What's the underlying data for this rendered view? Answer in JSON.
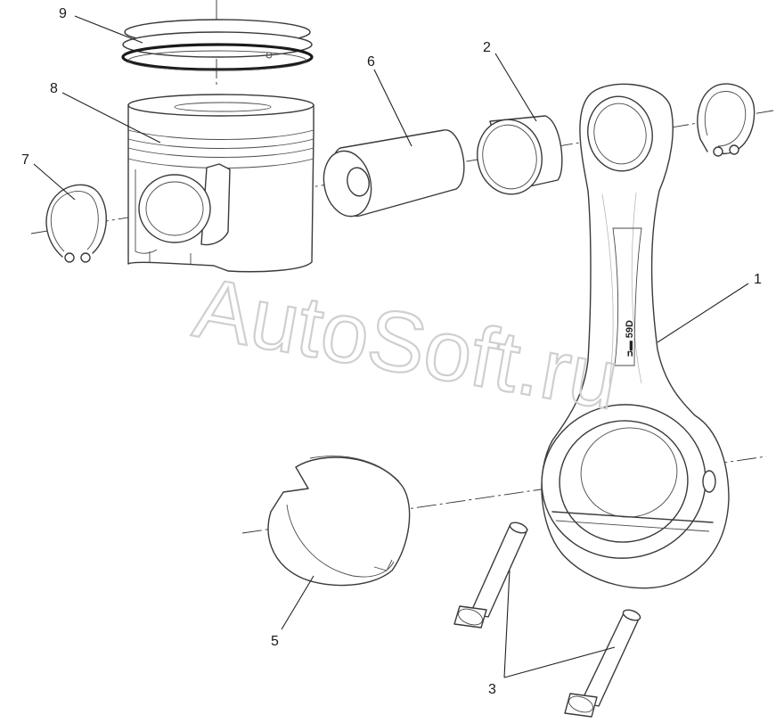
{
  "callouts": [
    {
      "id": "1",
      "label": "1"
    },
    {
      "id": "2",
      "label": "2"
    },
    {
      "id": "3",
      "label": "3"
    },
    {
      "id": "5",
      "label": "5"
    },
    {
      "id": "6",
      "label": "6"
    },
    {
      "id": "7",
      "label": "7"
    },
    {
      "id": "8",
      "label": "8"
    },
    {
      "id": "9",
      "label": "9"
    }
  ],
  "watermark": "AutoSoft.ru",
  "rod_marking": "ᴝ▬ 59D"
}
